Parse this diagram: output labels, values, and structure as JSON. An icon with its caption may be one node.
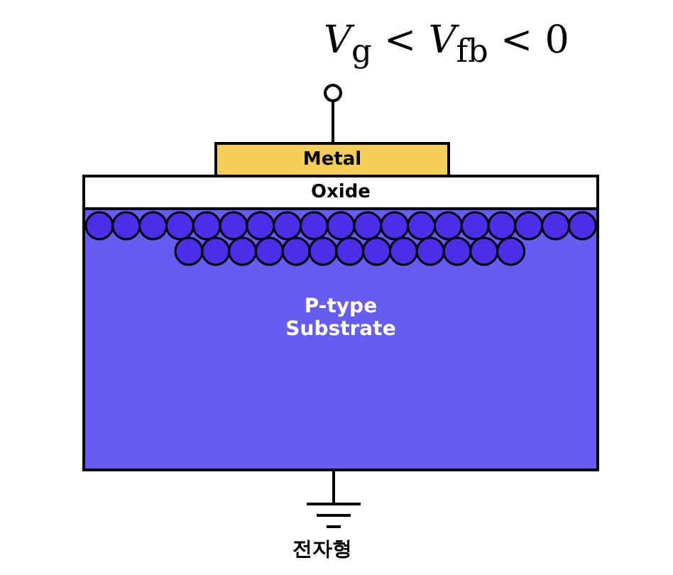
{
  "diagram": {
    "nodes": [
      {
        "text": [],
        "shape": "circle",
        "beside": [
          "*V*$_{g}$ < *V*$_{fb}$ < 0"
        ]
      },
      {
        "text": [
          "Metal"
        ]
      },
      {
        "text": [
          "Oxide"
        ]
      },
      {
        "text": [
          "P-type Substrate"
        ]
      },
      {
        "text": [],
        "shape": "ground",
        "beside": [
          "전자형"
        ]
      }
    ],
    "edges": [
      {
        "from": 0,
        "to": 1,
        "arrow": "none"
      },
      {
        "from": 3,
        "to": 4,
        "arrow": "none"
      }
    ]
  }
}
